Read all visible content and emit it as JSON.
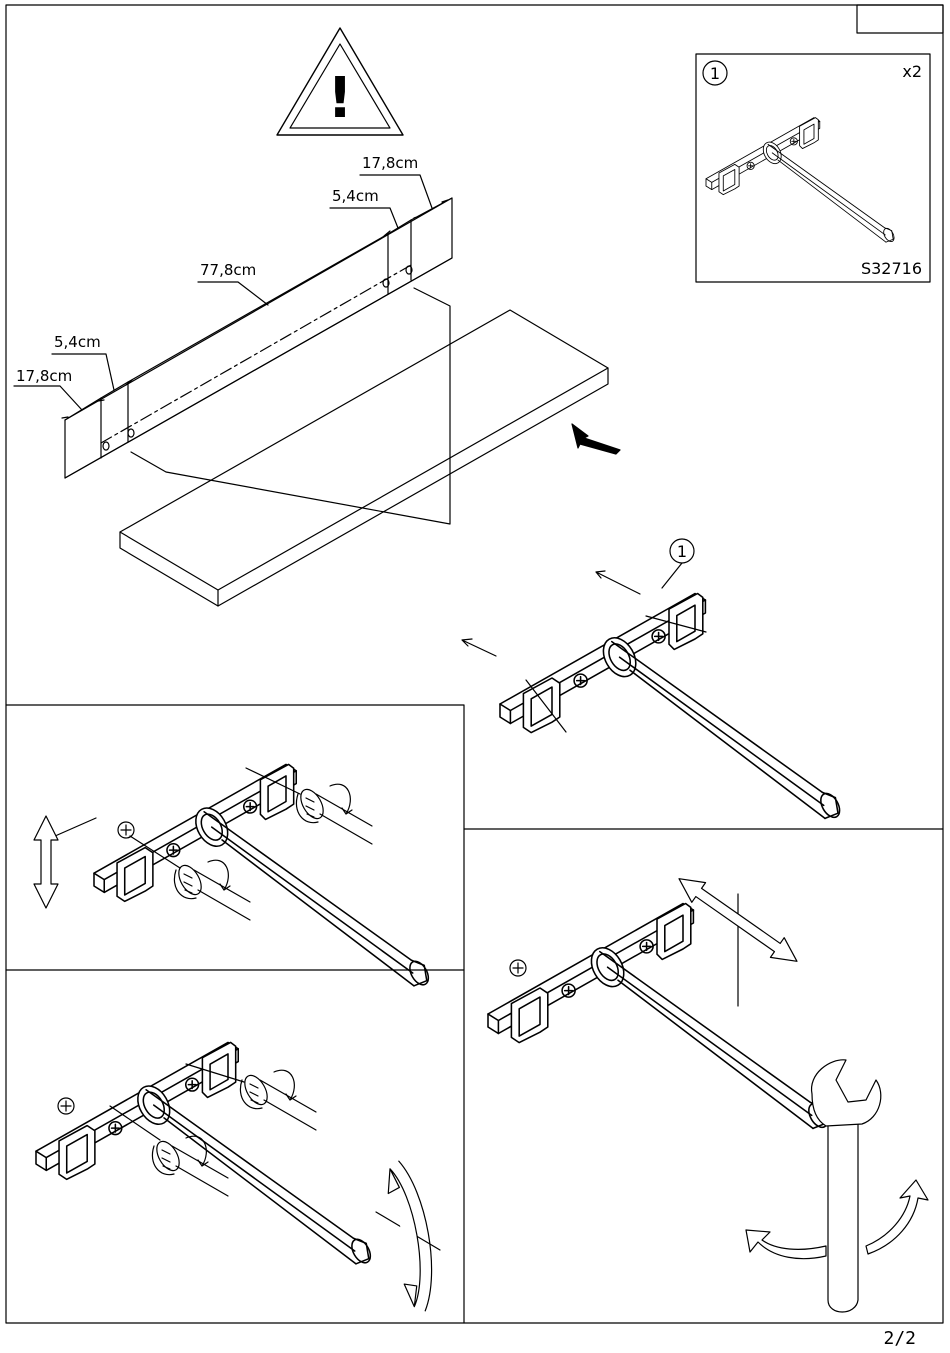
{
  "header": {
    "box_text": ""
  },
  "warning": {
    "symbol": "!"
  },
  "parts": {
    "callout": "1",
    "quantity": "x2",
    "code": "S32716"
  },
  "dimensions": {
    "right_outer": "17,8cm",
    "right_inner": "5,4cm",
    "span": "77,8cm",
    "left_inner": "5,4cm",
    "left_outer": "17,8cm"
  },
  "bracket_callout": "1",
  "page": {
    "number": "2/2"
  }
}
